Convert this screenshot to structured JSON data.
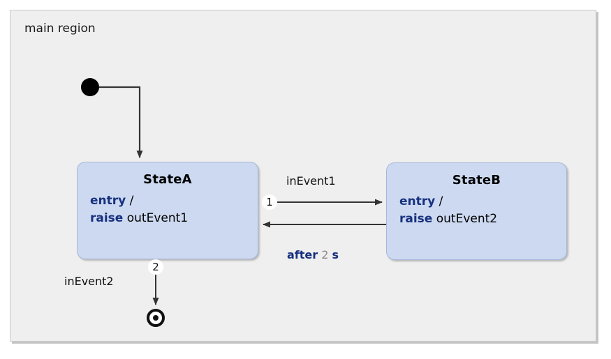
{
  "region": {
    "title": "main region"
  },
  "states": [
    {
      "id": "stateA",
      "name": "StateA",
      "entry_keyword": "entry",
      "slash": "/",
      "raise_keyword": "raise",
      "raise_event": "outEvent1"
    },
    {
      "id": "stateB",
      "name": "StateB",
      "entry_keyword": "entry",
      "slash": "/",
      "raise_keyword": "raise",
      "raise_event": "outEvent2"
    }
  ],
  "nodes": {
    "initial": "initial-state",
    "final": "final-state"
  },
  "transitions": [
    {
      "id": "a-to-b",
      "label": "inEvent1",
      "priority": "1"
    },
    {
      "id": "b-to-a",
      "after_keyword": "after",
      "after_value": "2",
      "after_unit": "s"
    },
    {
      "id": "a-to-final",
      "label": "inEvent2",
      "priority": "2"
    }
  ],
  "colors": {
    "state_fill": "#ccd9f0",
    "state_border": "#a8b8d8",
    "region_fill": "#efefef",
    "region_border": "#c8c8c8",
    "keyword_blue": "#17317f",
    "number_gray": "#8a8a8a",
    "line_black": "#333333"
  }
}
